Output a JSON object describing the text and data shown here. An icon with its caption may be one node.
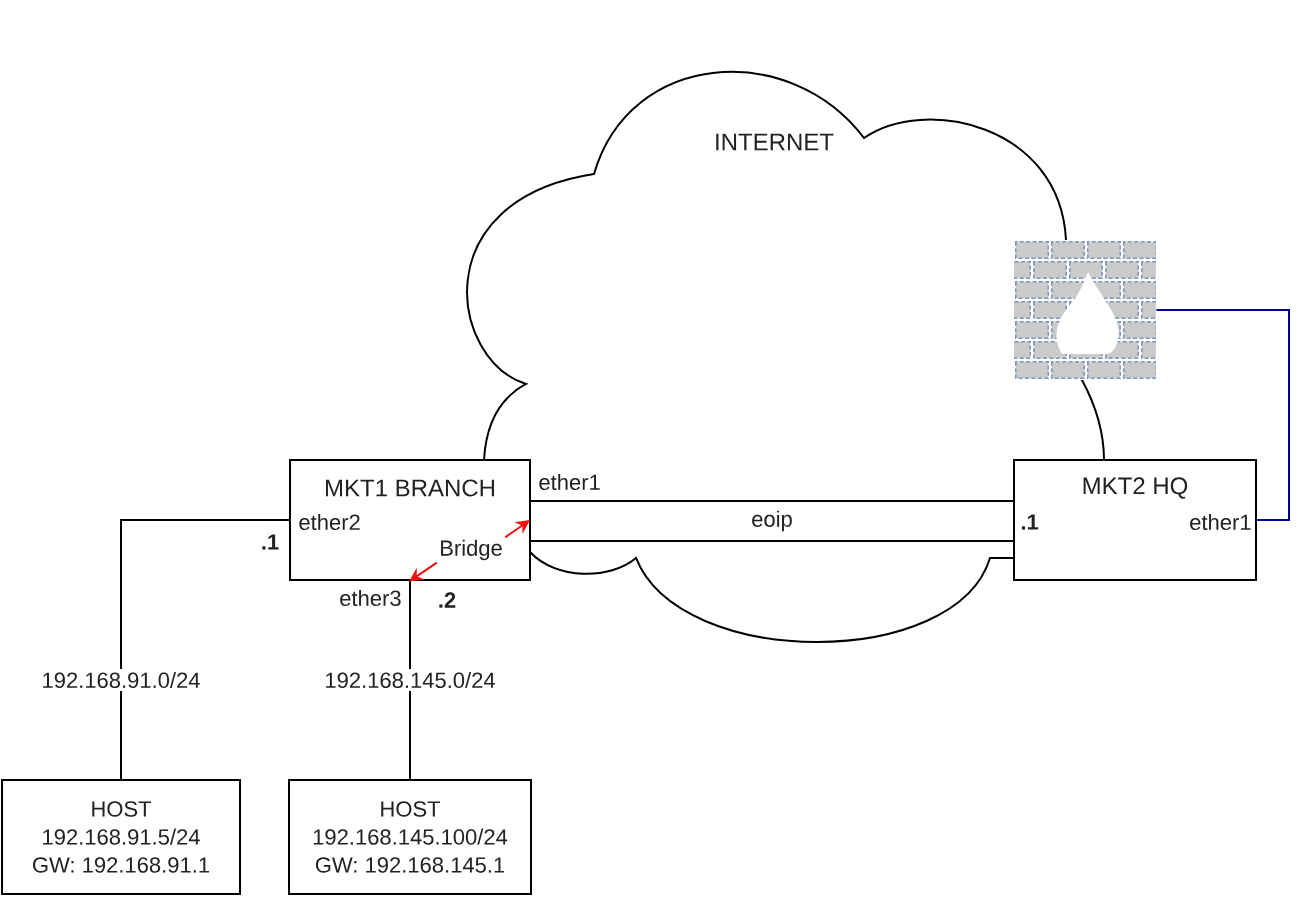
{
  "diagram": {
    "nodes": [
      {
        "text": [
          "INTERNET"
        ]
      },
      {
        "text": [],
        "shape": "picture"
      },
      {
        "text": [
          "MKT1 BRANCH"
        ]
      },
      {
        "text": [
          "eoip"
        ],
        "in": 0
      },
      {
        "text": [
          "MKT2 HQ"
        ]
      },
      {
        "text": [
          "Bridge"
        ],
        "in": 2
      },
      {
        "text": [
          "ether3"
        ]
      },
      {
        "text": [
          "HOST",
          "192.168.91.5/24",
          "GW: 192.168.91.1"
        ]
      },
      {
        "text": [
          "HOST",
          "192.168.145.100/24",
          "GW: 192.168.145.1"
        ]
      }
    ],
    "edges": [
      {
        "from": 2,
        "to": 7,
        "arrow": "none",
        "label": "192.168.91.0/24"
      },
      {
        "from": 2,
        "to": 8,
        "arrow": "none",
        "label": "192.168.145.0/24"
      },
      {
        "from": 1,
        "to": 4,
        "arrow": "none",
        "color": "#000099"
      },
      {
        "from": 5,
        "to": null,
        "arrow": "to",
        "color": "#ee1111"
      },
      {
        "from": 5,
        "to": 6,
        "arrow": "to",
        "color": "#ee1111"
      }
    ],
    "labels": [
      ".1",
      "ether2",
      "ether1",
      ".2",
      ".1",
      "ether1"
    ]
  }
}
